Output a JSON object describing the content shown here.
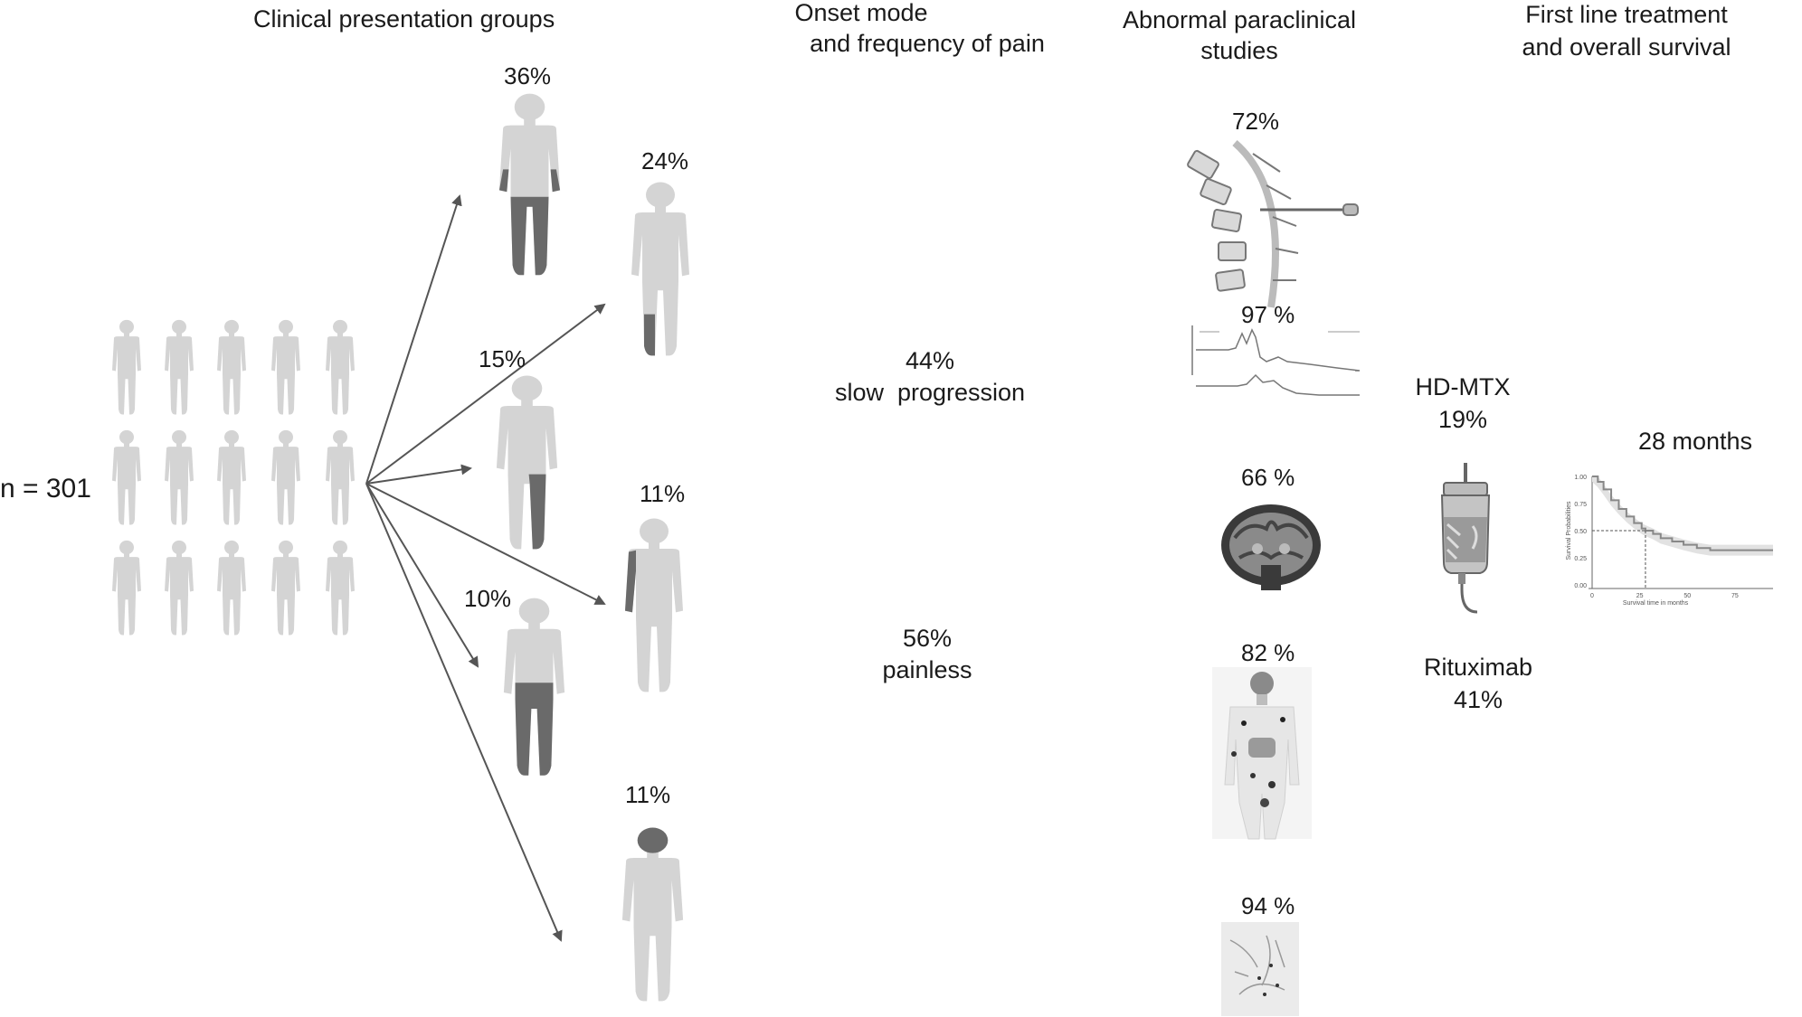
{
  "headers": {
    "clinical": "Clinical presentation groups",
    "onset_line1": "Onset mode",
    "onset_line2": "and frequency of pain",
    "paraclinical_line1": "Abnormal paraclinical",
    "paraclinical_line2": "studies",
    "treatment_line1": "First line treatment",
    "treatment_line2": "and overall survival"
  },
  "cohort": {
    "label": "n = 301"
  },
  "groups": [
    {
      "percent": "36%",
      "highlight": "legs"
    },
    {
      "percent": "24%",
      "highlight": "left-foot"
    },
    {
      "percent": "15%",
      "highlight": "left-leg"
    },
    {
      "percent": "11%",
      "highlight": "right-arm"
    },
    {
      "percent": "10%",
      "highlight": "lower-body"
    },
    {
      "percent": "11%",
      "highlight": "head"
    }
  ],
  "onset": [
    {
      "percent": "44%",
      "label": "slow  progression"
    },
    {
      "percent": "56%",
      "label": "painless"
    }
  ],
  "studies": [
    {
      "percent": "72%",
      "icon": "lumbar-puncture-icon"
    },
    {
      "percent": "97 %",
      "icon": "emg-trace-icon"
    },
    {
      "percent": "66 %",
      "icon": "mri-brain-icon"
    },
    {
      "percent": "82 %",
      "icon": "pet-scan-icon"
    },
    {
      "percent": "94 %",
      "icon": "biopsy-icon"
    }
  ],
  "treatment": [
    {
      "name": "HD-MTX",
      "percent": "19%"
    },
    {
      "name": "Rituximab",
      "percent": "41%"
    }
  ],
  "survival": {
    "label": "28 months",
    "chart_data": {
      "type": "line",
      "ylabel": "Survival Probabilities",
      "xlabel": "Survival time in months",
      "xticks": [
        "0",
        "25",
        "50",
        "75"
      ],
      "yticks": [
        "0.00",
        "0.25",
        "0.50",
        "0.75",
        "1.00"
      ],
      "xlim": [
        0,
        95
      ],
      "ylim": [
        0,
        1
      ],
      "median_months": 28,
      "points": [
        [
          0,
          1.0
        ],
        [
          3,
          0.95
        ],
        [
          6,
          0.88
        ],
        [
          10,
          0.78
        ],
        [
          14,
          0.7
        ],
        [
          18,
          0.63
        ],
        [
          22,
          0.57
        ],
        [
          26,
          0.52
        ],
        [
          28,
          0.5
        ],
        [
          32,
          0.47
        ],
        [
          36,
          0.43
        ],
        [
          42,
          0.4
        ],
        [
          48,
          0.37
        ],
        [
          55,
          0.34
        ],
        [
          62,
          0.32
        ],
        [
          70,
          0.32
        ],
        [
          80,
          0.32
        ],
        [
          95,
          0.32
        ]
      ]
    }
  },
  "colors": {
    "body": "#d4d4d4",
    "highlight": "#6a6a6a",
    "arrow": "#555555",
    "text": "#1a1a1a"
  }
}
